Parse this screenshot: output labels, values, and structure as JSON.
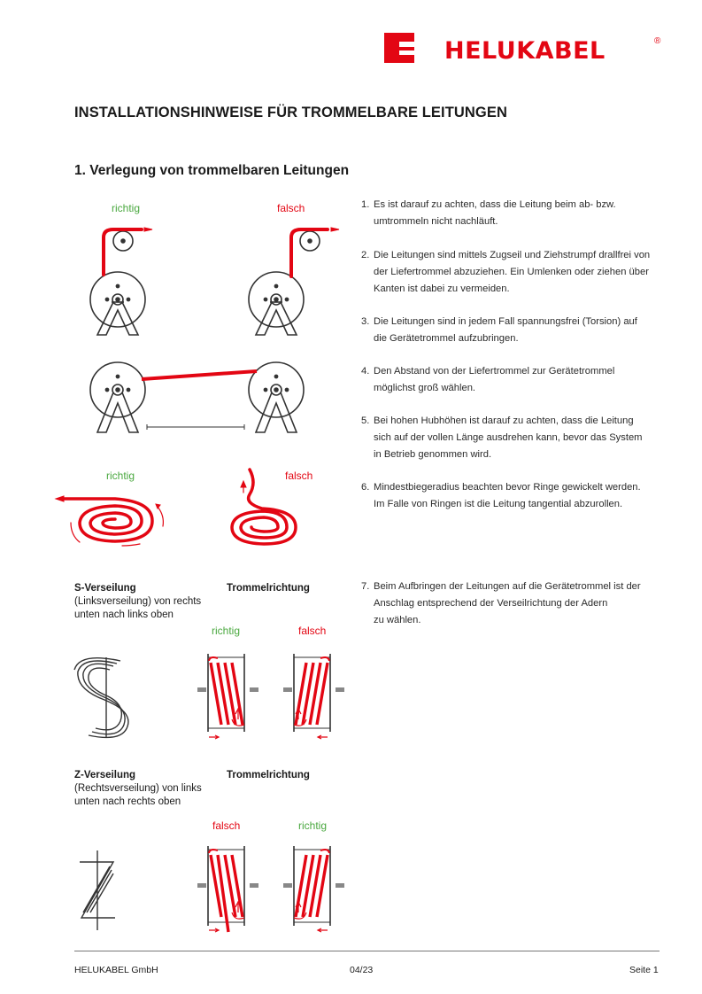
{
  "header": {
    "brand": "HELUKABEL",
    "registered": "®",
    "brand_color": "#e30613"
  },
  "document": {
    "title": "INSTALLATIONSHINWEISE FÜR TROMMELBARE LEITUNGEN",
    "section_title": "1. Verlegung von trommelbaren Leitungen"
  },
  "figure_labels": {
    "correct": "richtig",
    "wrong": "falsch",
    "correct_color": "#4aa83f",
    "wrong_color": "#e30613"
  },
  "instructions": [
    {
      "number": "1.",
      "lines": [
        "Es ist darauf zu achten, dass die Leitung beim ab- bzw.",
        "umtrommeln nicht nachläuft."
      ]
    },
    {
      "number": "2.",
      "lines": [
        "Die Leitungen sind mittels Zugseil und Ziehstrumpf drallfrei von",
        "der Liefertrommel abzuziehen. Ein Umlenken oder ziehen über",
        "Kanten ist dabei zu vermeiden."
      ]
    },
    {
      "number": "3.",
      "lines": [
        "Die Leitungen sind in jedem Fall spannungsfrei (Torsion) auf",
        "die Gerätetrommel aufzubringen."
      ]
    },
    {
      "number": "4.",
      "lines": [
        "Den Abstand von der Liefertrommel zur Gerätetrommel",
        "möglichst groß wählen."
      ]
    },
    {
      "number": "5.",
      "lines": [
        "Bei hohen Hubhöhen ist darauf zu achten, dass die Leitung",
        "sich auf der vollen Länge ausdrehen kann, bevor das System",
        "in Betrieb genommen wird."
      ]
    },
    {
      "number": "6.",
      "lines": [
        "Mindestbiegeradius beachten bevor Ringe gewickelt werden.",
        "Im Falle von Ringen ist die Leitung tangential abzurollen."
      ]
    },
    {
      "number": "7.",
      "lines": [
        "Beim Aufbringen der Leitungen auf die Gerätetrommel ist der",
        "Anschlag entsprechend der Verseilrichtung der Adern",
        "zu wählen."
      ]
    }
  ],
  "s_block": {
    "heading": "S-Verseilung",
    "desc_line1": "(Linksverseilung) von rechts",
    "desc_line2": "unten nach links oben",
    "drum_heading": "Trommelrichtung"
  },
  "z_block": {
    "heading": "Z-Verseilung",
    "desc_line1": "(Rechtsverseilung) von links",
    "desc_line2": "unten nach rechts oben",
    "drum_heading": "Trommelrichtung"
  },
  "footer": {
    "company": "HELUKABEL GmbH",
    "date": "04/23",
    "page": "Seite 1"
  }
}
